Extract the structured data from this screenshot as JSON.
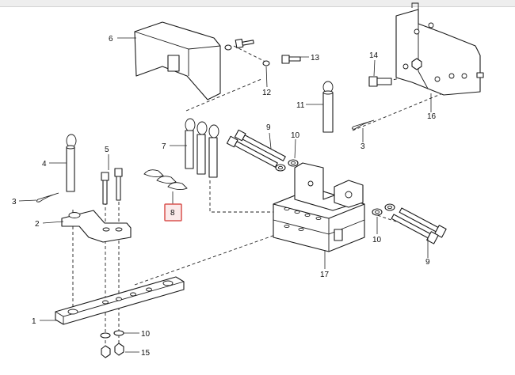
{
  "callouts": {
    "c1": "1",
    "c2": "2",
    "c3a": "3",
    "c3b": "3",
    "c4": "4",
    "c5": "5",
    "c6": "6",
    "c7": "7",
    "c8": "8",
    "c9a": "9",
    "c9b": "9",
    "c10a": "10",
    "c10b": "10",
    "c10c": "10",
    "c11": "11",
    "c12": "12",
    "c13": "13",
    "c14": "14",
    "c15": "15",
    "c16": "16",
    "c17": "17"
  },
  "colors": {
    "highlight": "#d9534f",
    "line": "#1a1a1a"
  }
}
